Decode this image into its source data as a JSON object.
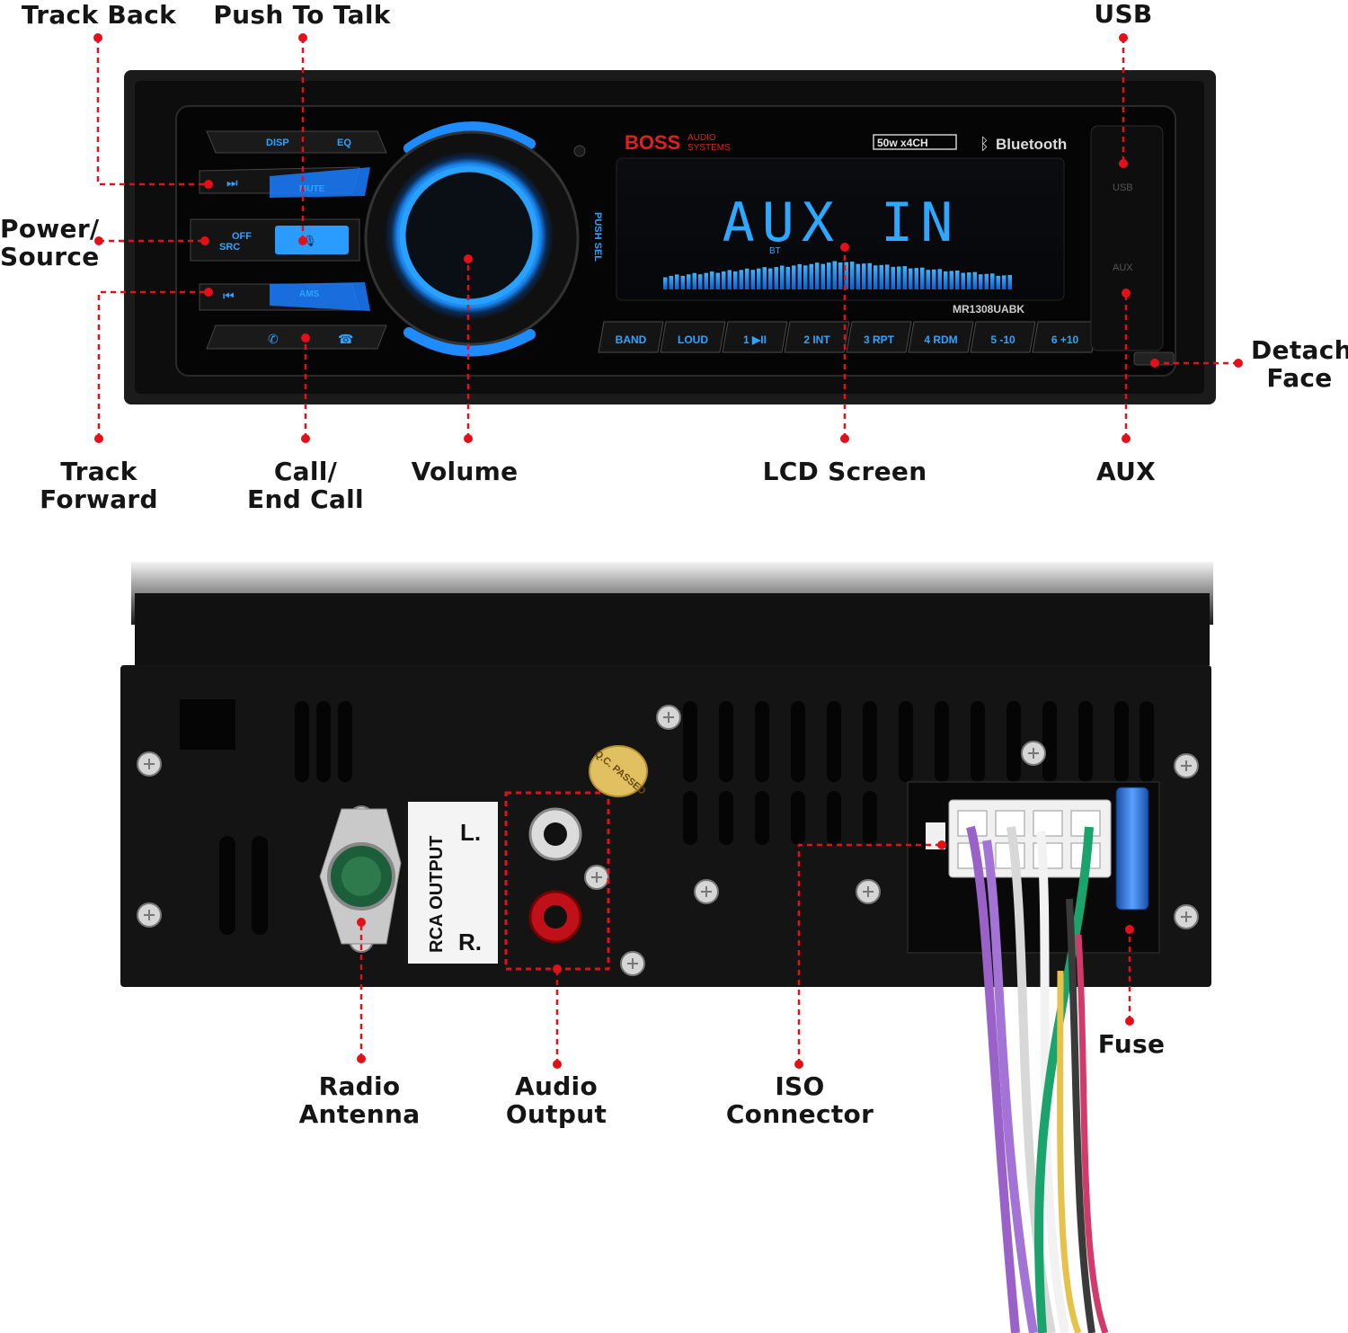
{
  "callouts": {
    "track_back": "Track Back",
    "push_to_talk": "Push To Talk",
    "usb": "USB",
    "power_source": "Power/\nSource",
    "detach_face": "Detach\nFace",
    "track_forward": "Track\nForward",
    "call_end_call": "Call/\nEnd Call",
    "volume": "Volume",
    "lcd_screen": "LCD Screen",
    "aux": "AUX",
    "radio_antenna": "Radio\nAntenna",
    "audio_output": "Audio\nOutput",
    "iso_connector": "ISO\nConnector",
    "fuse": "Fuse"
  },
  "faceplate": {
    "brand": "BOSS",
    "brand_sub_1": "AUDIO",
    "brand_sub_2": "SYSTEMS",
    "power_badge": "50w x4CH",
    "bluetooth": "Bluetooth",
    "lcd_text": "AUX IN",
    "lcd_bt": "BT",
    "model": "MR1308UABK",
    "push_sel": "PUSH SEL",
    "usb_port": "USB",
    "aux_port": "AUX",
    "left_buttons": {
      "disp": "DISP",
      "eq": "EQ",
      "mute": "MUTE",
      "off": "OFF",
      "src": "SRC",
      "ams": "AMS"
    },
    "preset_buttons": [
      "BAND",
      "LOUD",
      "1 ▶II",
      "2 INT",
      "3 RPT",
      "4 RDM",
      "5 -10",
      "6 +10"
    ]
  },
  "rear": {
    "rca_label": "RCA OUTPUT",
    "left": "L.",
    "right": "R.",
    "qc_sticker": "Q.C. PASSED"
  },
  "colors": {
    "accent_red": "#e3101a",
    "led_blue": "#2fa3ff",
    "chassis": "#141414",
    "wire_purple": "#9a62c9",
    "wire_green": "#1aa36b",
    "wire_white": "#e8e8e8",
    "wire_pink": "#d13a6a"
  }
}
